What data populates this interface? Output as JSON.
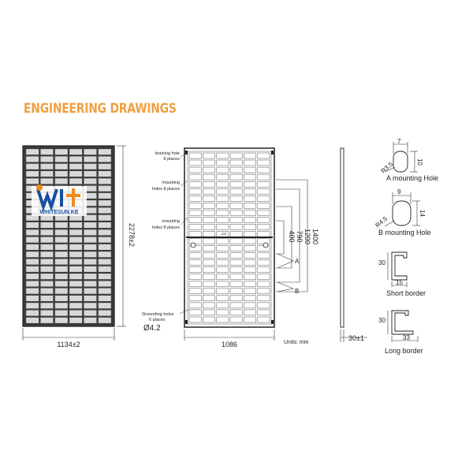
{
  "title": "ENGINEERING DRAWINGS",
  "logo": {
    "brand": "WHITESUN.KE"
  },
  "front_view": {
    "width_label": "1134±2",
    "height_label": "2278±2"
  },
  "back_view": {
    "width_label": "1086",
    "draining_hole": [
      "draining hole",
      "8 places"
    ],
    "mounting_holes_1": [
      "mounting",
      "holes 8 places"
    ],
    "mounting_holes_2": [
      "mounting",
      "holes 8 places"
    ],
    "grounding_holes": [
      "Grounding holes",
      "6 places"
    ],
    "grounding_diameter": "Ø4.2",
    "center_mark": "225",
    "dims": [
      "1400",
      "1200",
      "790",
      "400"
    ],
    "marker_a": "A",
    "marker_b": "B",
    "units": "Units: mm"
  },
  "side_view": {
    "thickness_label": "30±1"
  },
  "details": {
    "a_hole": {
      "width": "7",
      "height": "10",
      "radius": "R3.5",
      "caption": "A mounting Hole"
    },
    "b_hole": {
      "width": "9",
      "height": "14",
      "radius": "R4.5",
      "caption": "B mounting Hole"
    },
    "short_border": {
      "height": "30",
      "width": "15",
      "caption": "Short border"
    },
    "long_border": {
      "height": "30",
      "width": "33",
      "caption": "Long border"
    }
  },
  "colors": {
    "title": "#f0a040",
    "cell": "#3b3b3b",
    "frame": "#222222",
    "logo_blue": "#1a4fa0",
    "logo_orange": "#f08a1c"
  }
}
